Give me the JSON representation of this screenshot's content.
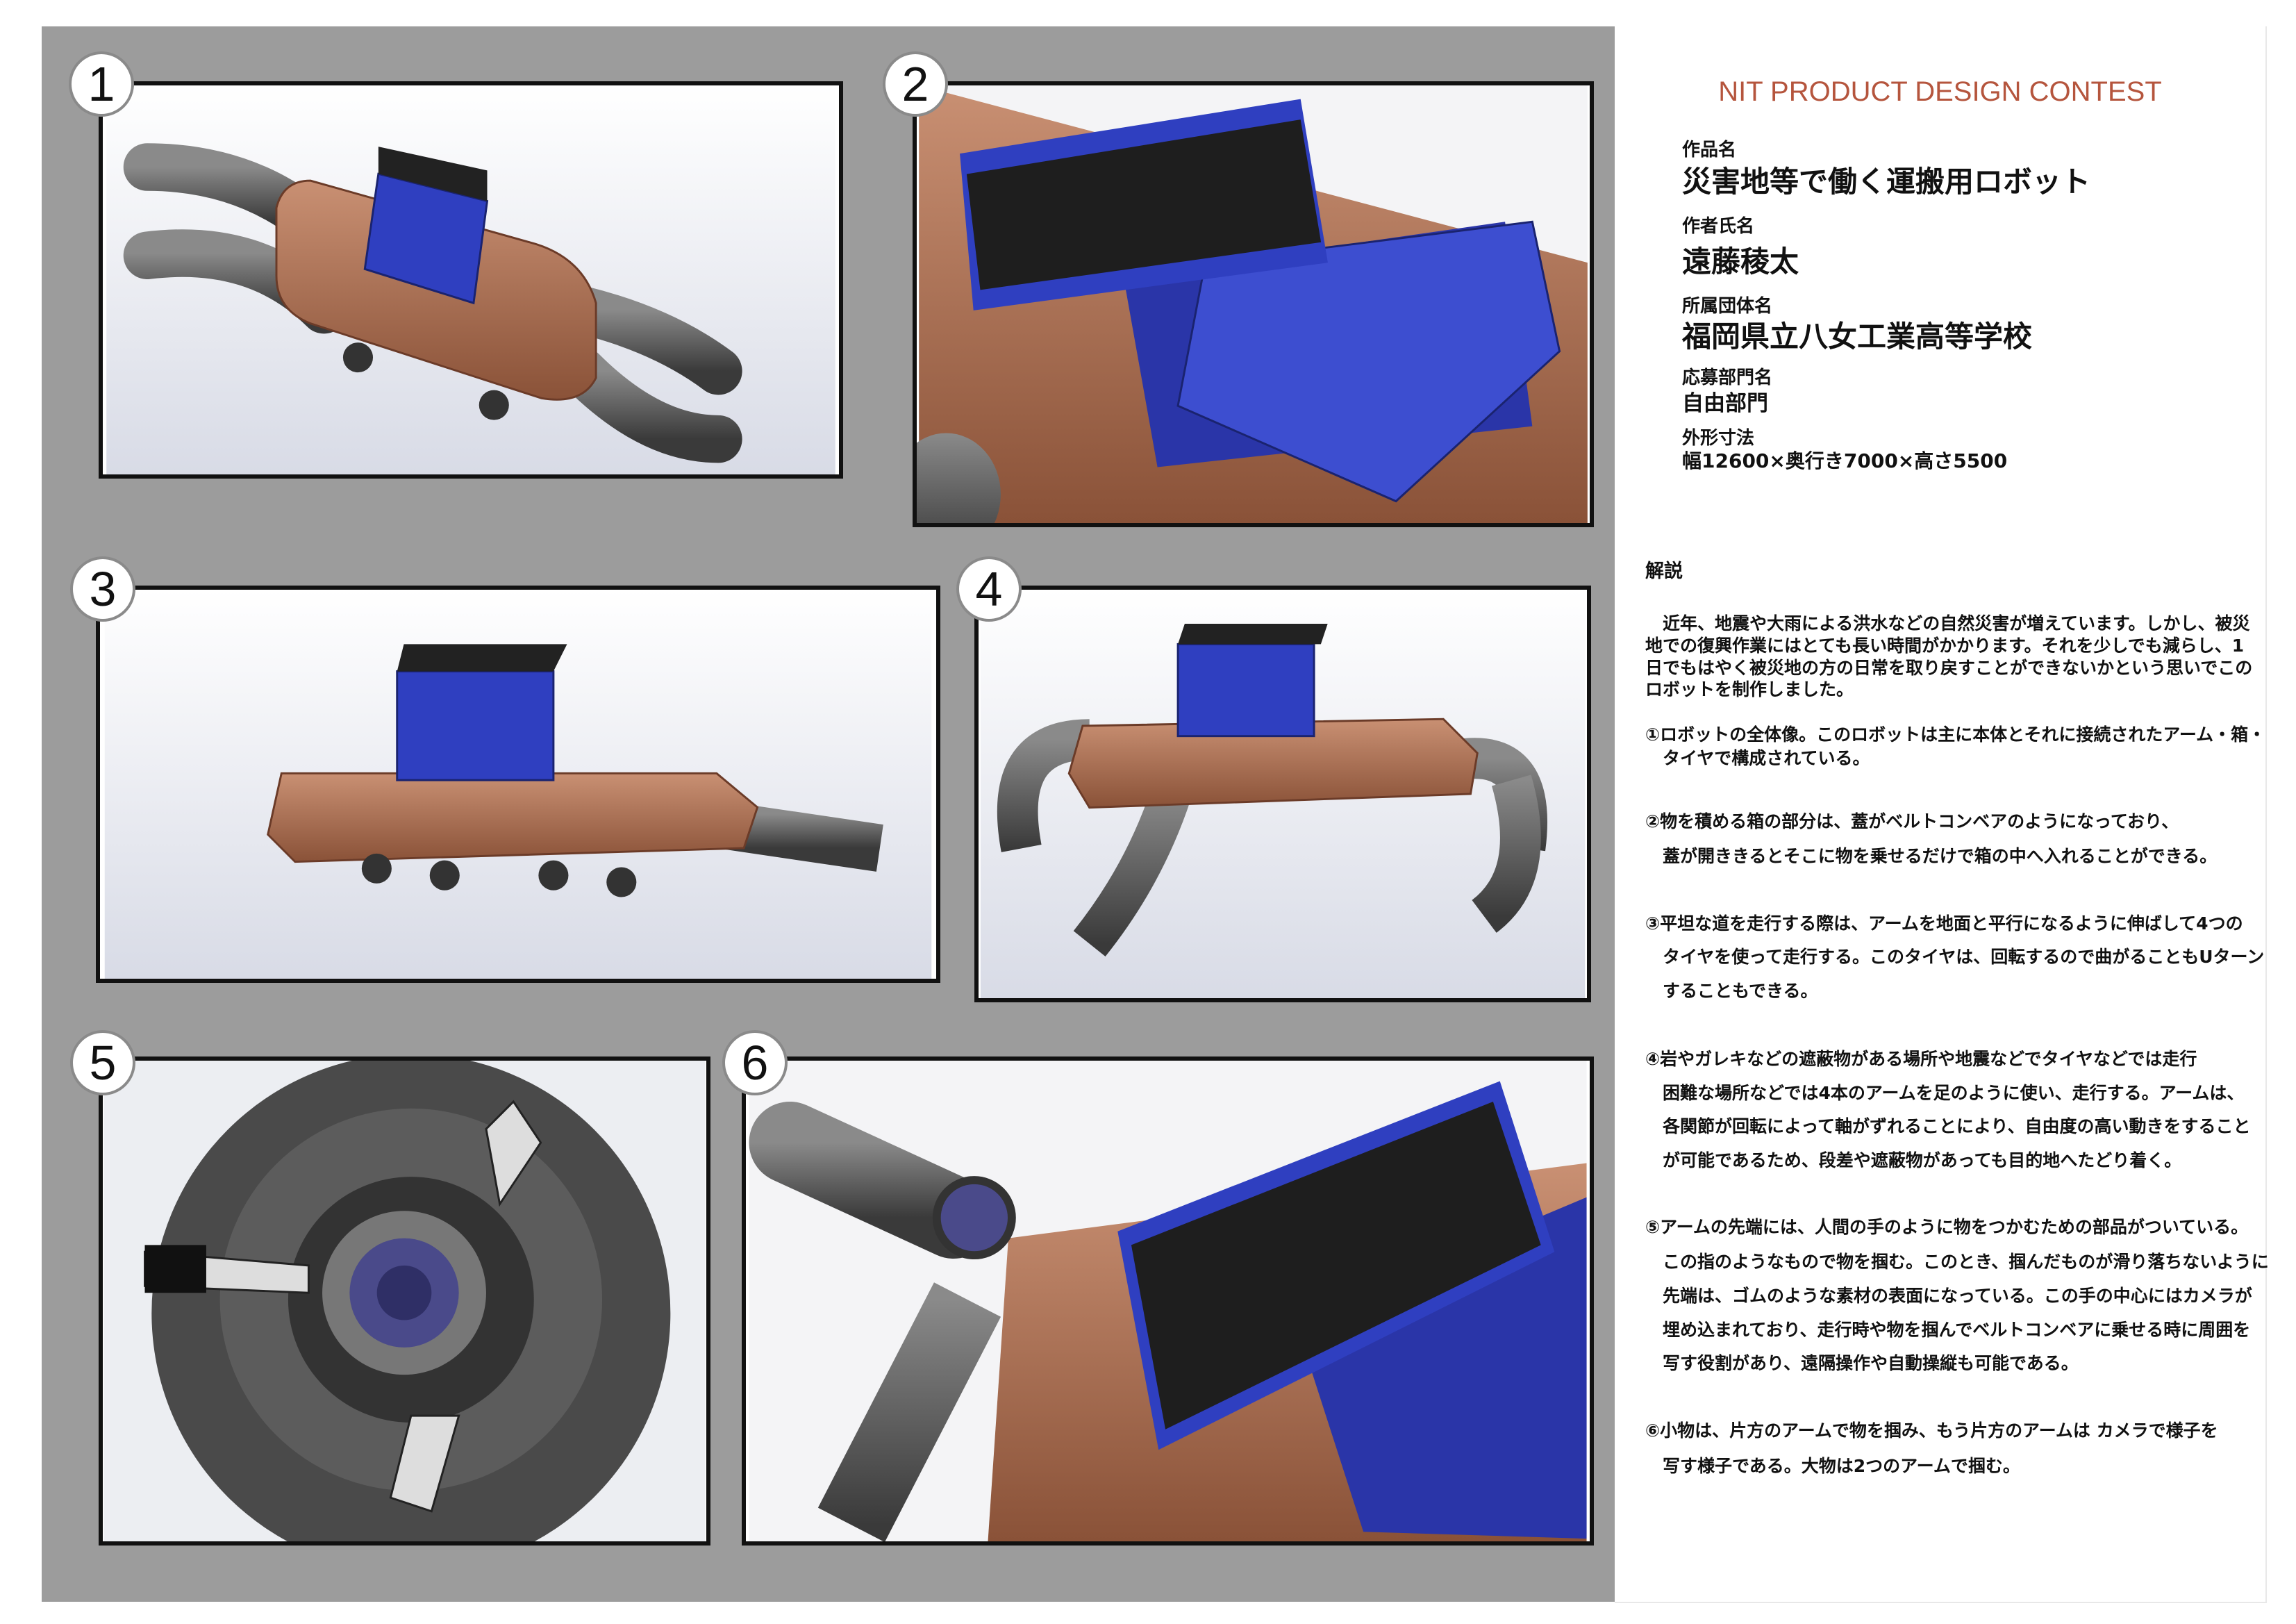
{
  "header": {
    "title": "NIT PRODUCT DESIGN CONTEST"
  },
  "fields": [
    {
      "label": "作品名",
      "value": "災害地等で働く運搬用ロボット"
    },
    {
      "label": "作者氏名",
      "value": "遠藤稜太"
    },
    {
      "label": "所属団体名",
      "value": "福岡県立八女工業高等学校"
    },
    {
      "label": "応募部門名",
      "value": "自由部門"
    },
    {
      "label": "外形寸法",
      "value": "幅12600×奥行き7000×高さ5500"
    }
  ],
  "description": {
    "heading": "解説",
    "intro": [
      "　近年、地震や大雨による洪水などの自然災害が増えています。しかし、被災",
      "地での復興作業にはとても長い時間がかかります。それを少しでも減らし、1",
      "日でもはやく被災地の方の日常を取り戻すことができないかという思いでこの",
      "ロボットを制作しました。"
    ],
    "items": [
      [
        "①ロボットの全体像。このロボットは主に本体とそれに接続されたアーム・箱・",
        "　タイヤで構成されている。"
      ],
      [
        "②物を積める箱の部分は、蓋がベルトコンベアのようになっており、",
        "　蓋が開ききるとそこに物を乗せるだけで箱の中へ入れることができる。"
      ],
      [
        "③平坦な道を走行する際は、アームを地面と平行になるように伸ばして4つの",
        "　タイヤを使って走行する。このタイヤは、回転するので曲がることもUターン",
        "　することもできる。"
      ],
      [
        "④岩やガレキなどの遮蔽物がある場所や地震などでタイヤなどでは走行",
        "　困難な場所などでは4本のアームを足のように使い、走行する。アームは、",
        "　各関節が回転によって軸がずれることにより、自由度の高い動きをすること",
        "　が可能であるため、段差や遮蔽物があっても目的地へたどり着く。"
      ],
      [
        "⑤アームの先端には、人間の手のように物をつかむための部品がついている。",
        "　この指のようなもので物を掴む。このとき、掴んだものが滑り落ちないように",
        "　先端は、ゴムのような素材の表面になっている。この手の中心にはカメラが",
        "　埋め込まれており、走行時や物を掴んでベルトコンベアに乗せる時に周囲を",
        "　写す役割があり、遠隔操作や自動操縦も可能である。"
      ],
      [
        "⑥小物は、片方のアームで物を掴み、もう片方のアームは カメラで様子を",
        "　写す様子である。大物は2つのアームで掴む。"
      ]
    ]
  },
  "panels": [
    {
      "number": "1"
    },
    {
      "number": "2"
    },
    {
      "number": "3"
    },
    {
      "number": "4"
    },
    {
      "number": "5"
    },
    {
      "number": "6"
    }
  ],
  "colors": {
    "accent": "#b5553d",
    "copper": "#a8704f",
    "blue": "#2f3fc0",
    "arm": "#5a5a5a",
    "background": "#9c9c9c"
  }
}
